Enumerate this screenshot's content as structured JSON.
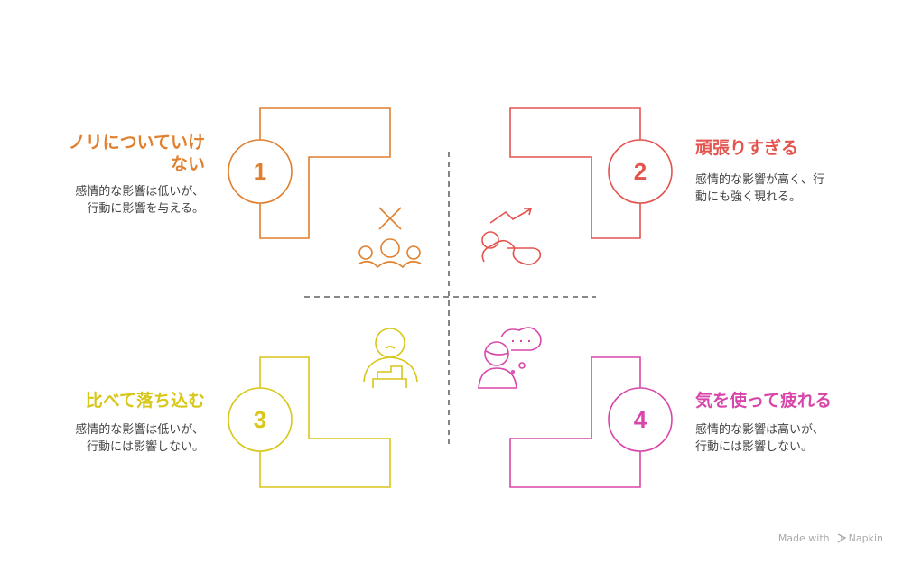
{
  "colors": {
    "orange": "#E07F2E",
    "red": "#E4534E",
    "yellow": "#D8C619",
    "pink": "#D946AA",
    "divider": "#777777"
  },
  "quadrants": [
    {
      "number": "1",
      "title": "ノリについていけない",
      "title_line1": "ノリについていけ",
      "title_line2": "ない",
      "description_line1": "感情的な影響は低いが、",
      "description_line2": "行動に影響を与える。",
      "icon": "excluded-group-icon"
    },
    {
      "number": "2",
      "title": "頑張りすぎる",
      "description_line1": "感情的な影響が高く、行",
      "description_line2": "動にも強く現れる。",
      "icon": "overexertion-icon"
    },
    {
      "number": "3",
      "title": "比べて落ち込む",
      "description_line1": "感情的な影響は低いが、",
      "description_line2": "行動には影響しない。",
      "icon": "sad-comparison-icon"
    },
    {
      "number": "4",
      "title": "気を使って疲れる",
      "description_line1": "感情的な影響は高いが、",
      "description_line2": "行動には影響しない。",
      "icon": "worried-thinking-icon"
    }
  ],
  "footer": {
    "made_with": "Made with",
    "brand": "Napkin"
  }
}
